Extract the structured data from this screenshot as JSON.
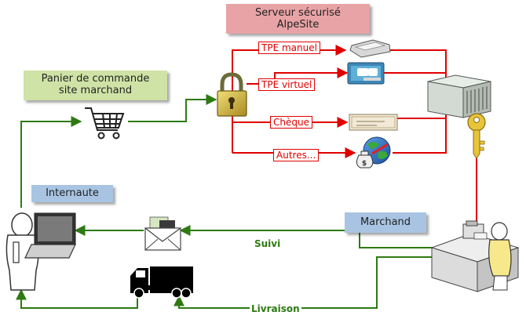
{
  "boxes": {
    "server_line1": "Serveur sécurisé",
    "server_line2": "AlpeSite",
    "cart_line1": "Panier de commande",
    "cart_line2": "site marchand",
    "user": "Internaute",
    "merchant": "Marchand"
  },
  "payment_methods": {
    "tpe_manuel": "TPE manuel",
    "tpe_virtuel": "TPE virtuel",
    "cheque": "Chèque",
    "autres": "Autres..."
  },
  "flows": {
    "suivi": "Suivi",
    "livraison": "Livraison"
  },
  "colors": {
    "server_box": "#e8a3a6",
    "cart_box": "#cfe3a6",
    "actor_box": "#a9c4e3",
    "payment_arrows": "#e00000",
    "order_flow": "#2d7a12"
  },
  "icons": [
    "laptop-user-icon",
    "shopping-cart-icon",
    "padlock-icon",
    "card-reader-icon",
    "credit-card-icon",
    "cheque-icon",
    "globe-money-icon",
    "server-icon",
    "key-icon",
    "cash-register-merchant-icon",
    "envelope-icon",
    "delivery-truck-icon"
  ]
}
